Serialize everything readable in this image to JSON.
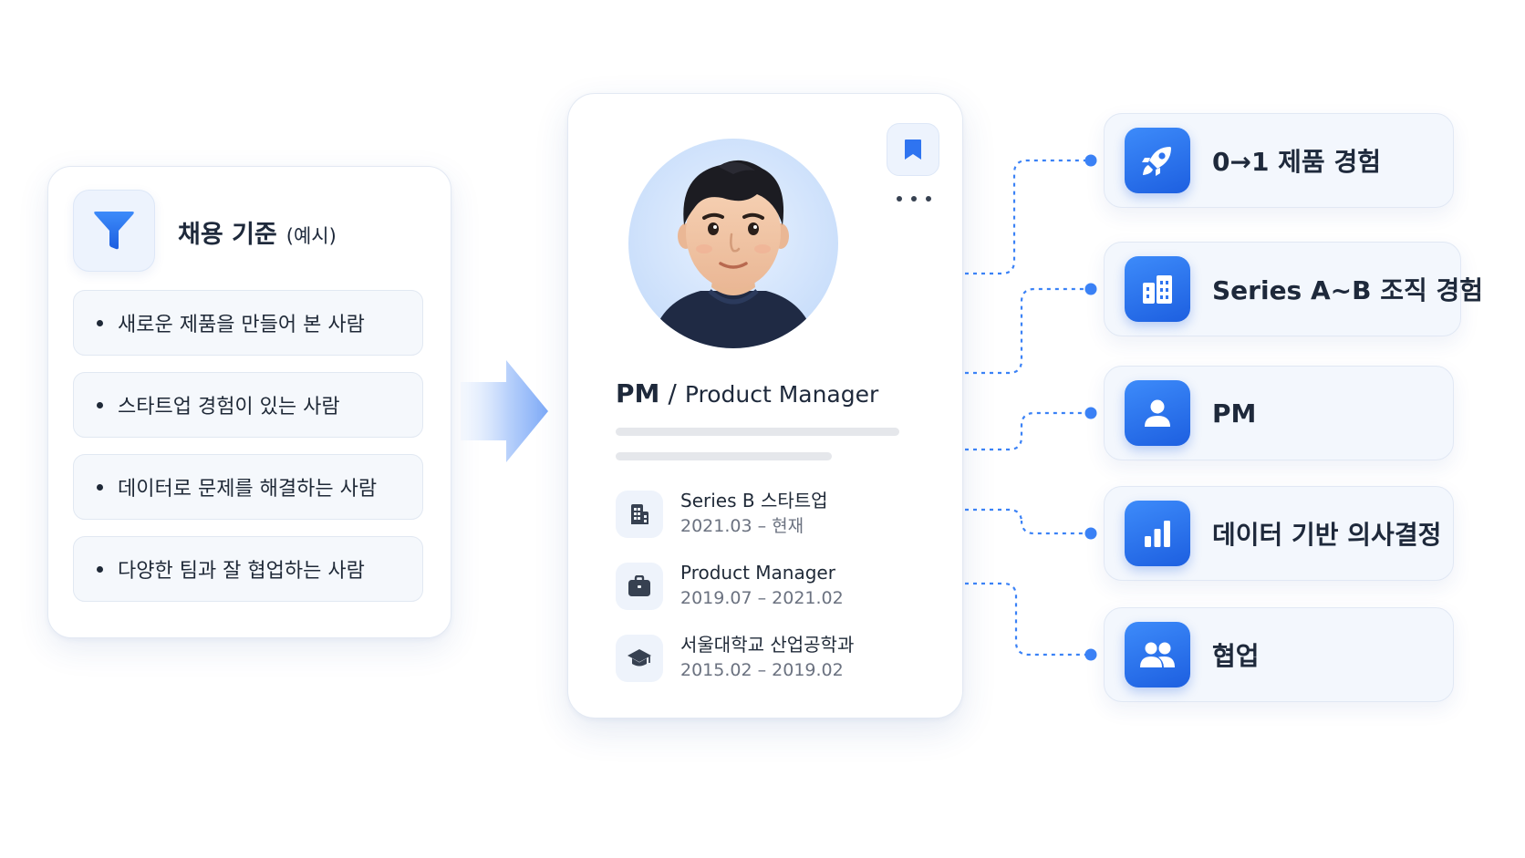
{
  "criteria": {
    "title": "채용 기준",
    "subtitle": "(예시)",
    "icon": "filter-icon",
    "items": [
      "새로운 제품을 만들어 본 사람",
      "스타트업 경험이 있는 사람",
      "데이터로 문제를 해결하는 사람",
      "다양한 팀과 잘 협업하는 사람"
    ]
  },
  "profile": {
    "role_abbr": "PM",
    "role_separator": "/",
    "role_full": "Product Manager",
    "history": [
      {
        "icon": "building-icon",
        "title": "Series B 스타트업",
        "date": "2021.03 – 현재"
      },
      {
        "icon": "briefcase-icon",
        "title": "Product Manager",
        "date": "2019.07 – 2021.02"
      },
      {
        "icon": "graduation-cap-icon",
        "title": "서울대학교 산업공학과",
        "date": "2015.02 – 2019.02"
      }
    ]
  },
  "features": [
    {
      "icon": "rocket-icon",
      "label": "0→1 제품 경험"
    },
    {
      "icon": "buildings-icon",
      "label": "Series A~B 조직 경험"
    },
    {
      "icon": "person-icon",
      "label": "PM"
    },
    {
      "icon": "bar-chart-icon",
      "label": "데이터 기반 의사결정"
    },
    {
      "icon": "team-icon",
      "label": "협업"
    }
  ],
  "colors": {
    "accent": "#2f74f0",
    "accent_dark": "#1d5fe0",
    "connector": "#3b82f6",
    "card_border": "#e3e9f3",
    "tile_bg": "#edf3fd"
  }
}
